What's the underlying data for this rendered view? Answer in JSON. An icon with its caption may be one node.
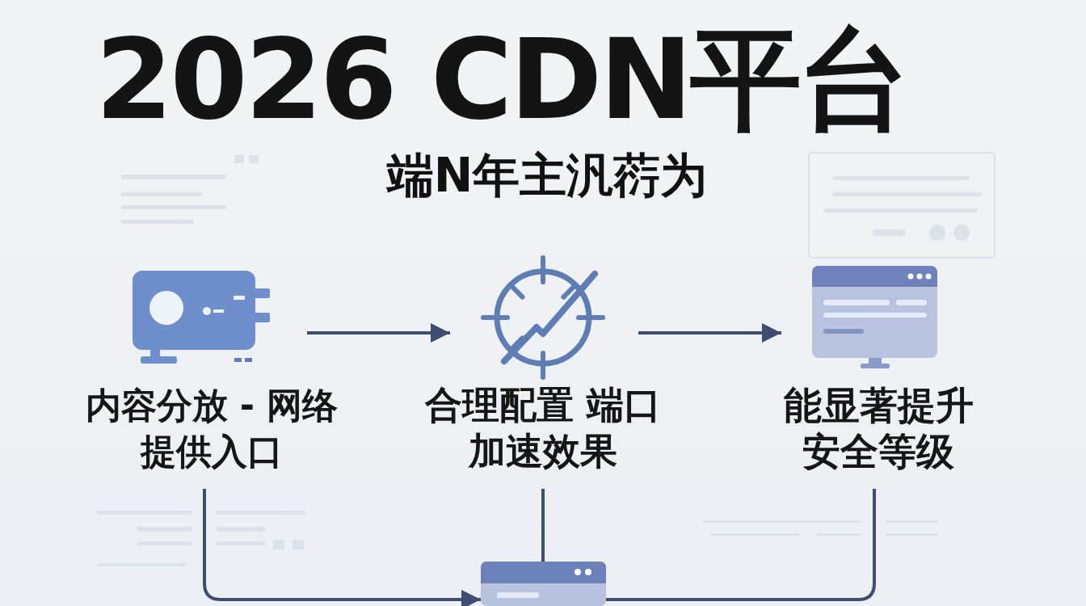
{
  "diagram": {
    "title": "2026 CDN平台",
    "nodes": [
      {
        "text": [
          "内容分放 - 网络提供入口"
        ]
      },
      {
        "text": [
          "合理配置 端口加速效果"
        ]
      },
      {
        "text": [
          "能显著提升安全等级"
        ]
      },
      {
        "text": [],
        "shape": "picture"
      }
    ],
    "edges": [
      {
        "from": 0,
        "to": 1,
        "arrow": "to"
      },
      {
        "from": 1,
        "to": 2,
        "arrow": "to"
      },
      {
        "from": 0,
        "to": 3,
        "arrow": "to"
      },
      {
        "from": 1,
        "to": 3,
        "arrow": "none"
      },
      {
        "from": 2,
        "to": 3,
        "arrow": "none"
      }
    ],
    "labels": [
      "端N年主汎葕为"
    ]
  }
}
